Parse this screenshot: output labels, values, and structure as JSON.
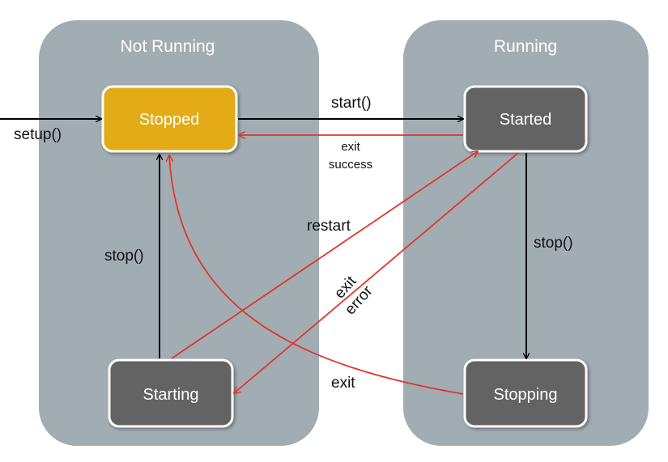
{
  "colors": {
    "group_fill": "#a2adb3",
    "stopped_fill": "#e3ab14",
    "state_fill": "#636363",
    "black_edge": "#000000",
    "red_edge": "#e0352a"
  },
  "groups": {
    "not_running": {
      "title": "Not Running"
    },
    "running": {
      "title": "Running"
    }
  },
  "states": {
    "stopped": "Stopped",
    "started": "Started",
    "starting": "Starting",
    "stopping": "Stopping"
  },
  "edges": {
    "setup": "setup()",
    "start": "start()",
    "exit_success_line1": "exit",
    "exit_success_line2": "success",
    "stop_left": "stop()",
    "stop_right": "stop()",
    "restart": "restart",
    "exit_error_line1": "exit",
    "exit_error_line2": "error",
    "exit_stopping": "exit"
  }
}
